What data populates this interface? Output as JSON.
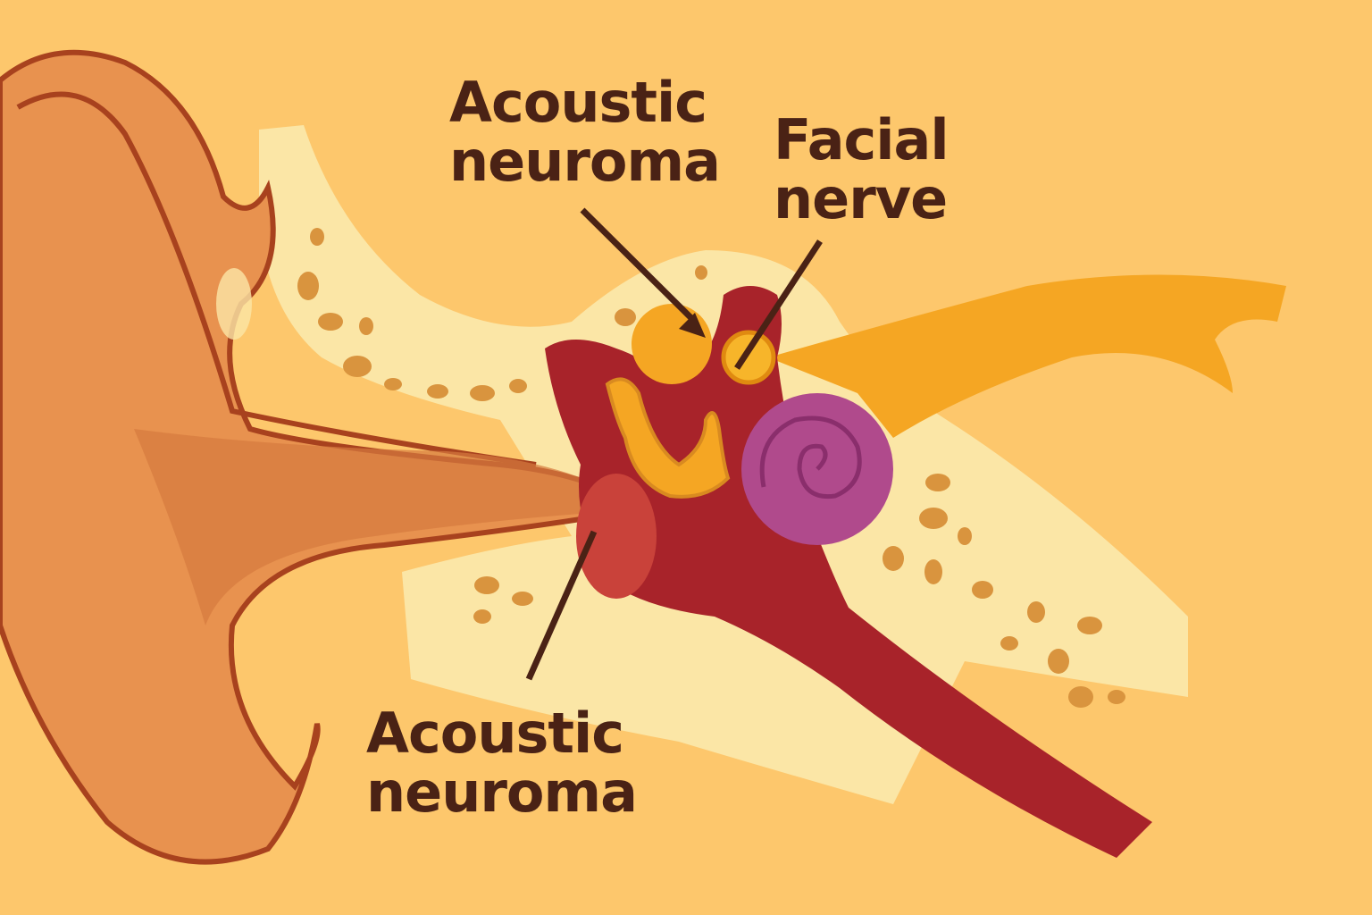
{
  "labels": {
    "top_acoustic": [
      "Acoustic",
      "neuroma"
    ],
    "facial": [
      "Facial",
      "nerve"
    ],
    "bottom_acoustic": [
      "Acoustic",
      "neuroma"
    ]
  },
  "colors": {
    "background": "#FDC76C",
    "outer_ear": "#E8924F",
    "outline": "#A8421E",
    "bone": "#FBE6A6",
    "bone_spots": "#D9943E",
    "tumor_red": "#A8232A",
    "cochlea": "#B04A8C",
    "nerve": "#F5A623",
    "text": "#4A2215"
  }
}
